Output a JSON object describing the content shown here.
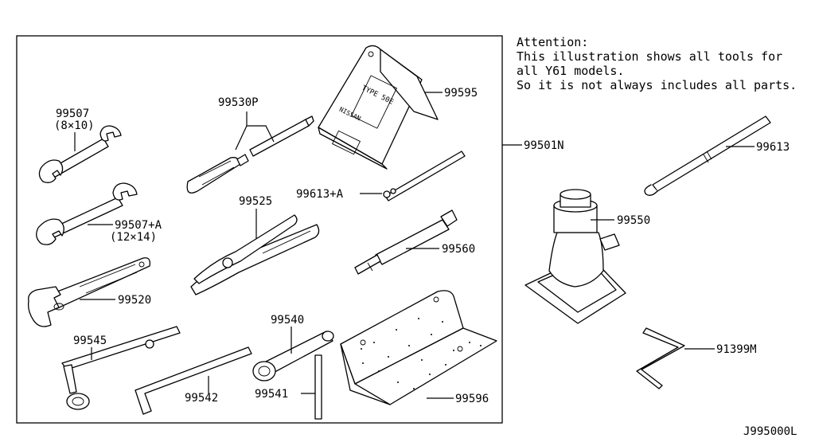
{
  "attention": {
    "title": "Attention:",
    "line1": "This illustration shows all tools for",
    "line2": "all Y61 models.",
    "line3": "So it is not always includes all parts."
  },
  "diagram_code": "J995000L",
  "parts": {
    "kit": "99501N",
    "wrench_8x10": "99507",
    "wrench_8x10_size": "(8×10)",
    "wrench_12x14": "99507+A",
    "wrench_12x14_size": "(12×14)",
    "screwdriver": "99530P",
    "chock": "99595",
    "rod_a": "99613+A",
    "pliers": "99525",
    "adjustable_wrench": "99520",
    "extension": "99560",
    "wheel_wrench": "99545",
    "hex_key": "99542",
    "box_wrench": "99540",
    "tommy_bar": "99541",
    "tool_bag": "99596",
    "jack_handle": "99613",
    "jack": "99550",
    "jack_crank": "91399M"
  },
  "chock_text": {
    "type": "TYPE 50E",
    "brand": "NISSAN"
  }
}
